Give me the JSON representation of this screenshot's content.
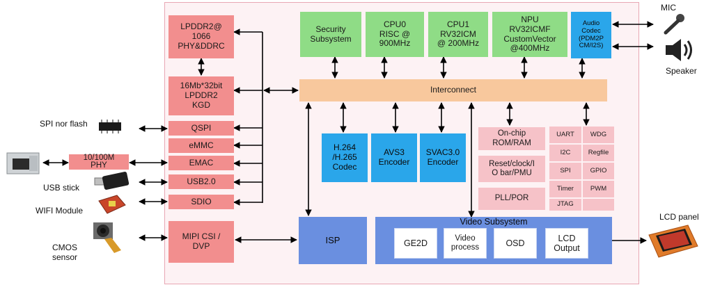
{
  "labels": {
    "mic": "MIC",
    "speaker": "Speaker",
    "spi_nor_flash": "SPI nor flash",
    "usb_stick": "USB stick",
    "wifi_module": "WIFI Module",
    "cmos_sensor": "CMOS\nsensor",
    "lcd_panel": "LCD panel"
  },
  "memory": {
    "lpddr2_phy": "LPDDR2@\n1066\nPHY&DDRC",
    "lpddr2_kgd": "16Mb*32bit\nLPDDR2\nKGD"
  },
  "interfaces": {
    "qspi": "QSPI",
    "emmc": "eMMC",
    "emac": "EMAC",
    "usb2": "USB2.0",
    "sdio": "SDIO",
    "mipi": "MIPI CSI /\nDVP",
    "ext_phy": "10/100M\nPHY"
  },
  "top_blocks": {
    "security": "Security\nSubsystem",
    "cpu0": "CPU0\nRISC @\n900MHz",
    "cpu1": "CPU1\nRV32ICM\n@ 200MHz",
    "npu": "NPU\nRV32ICMF\nCustomVector\n@400MHz",
    "audio": "Audio\nCodec\n(PDM2P\nCM/I2S)"
  },
  "interconnect": "Interconnect",
  "codecs": {
    "h264": "H.264\n/H.265\nCodec",
    "avs3": "AVS3\nEncoder",
    "svac": "SVAC3.0\nEncoder"
  },
  "sys_blocks": {
    "onchip": "On-chip\nROM/RAM",
    "reset": "Reset/clock/I\nO bar/PMU",
    "pll": "PLL/POR"
  },
  "peripherals": [
    "UART",
    "WDG",
    "I2C",
    "Regfile",
    "SPI",
    "GPIO",
    "Timer",
    "PWM",
    "JTAG",
    ""
  ],
  "isp": "ISP",
  "video": {
    "title": "Video Subsystem",
    "ge2d": "GE2D",
    "video_process": "Video\nprocess",
    "osd": "OSD",
    "lcd_output": "LCD\nOutput"
  },
  "colors": {
    "chip_bg": "#fdf2f4",
    "memory_interface": "#f28e8e",
    "processors": "#8fdc86",
    "codecs": "#2aa6ea",
    "system": "#f6c2c8",
    "interconnect": "#f8c89d",
    "video": "#6a8fe0"
  }
}
